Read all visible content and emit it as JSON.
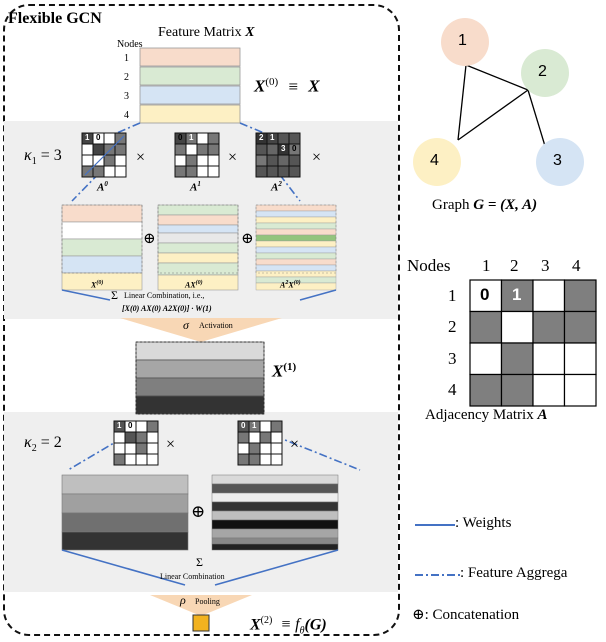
{
  "title": "Flexible GCN",
  "feature_matrix": {
    "label_prefix": "Feature Matrix ",
    "symbol": "X",
    "axis_label": "Nodes",
    "node_ids": [
      "1",
      "2",
      "3",
      "4"
    ]
  },
  "x0": {
    "lhs": "X",
    "sup": "(0)",
    "op": "≡",
    "rhs": "X"
  },
  "kappa1": {
    "k": "κ",
    "sub": "1",
    "eq": "= 3"
  },
  "kappa2": {
    "k": "κ",
    "sub": "2",
    "eq": "= 2"
  },
  "times": "×",
  "adj_powers": [
    {
      "base": "A",
      "exp": "0"
    },
    {
      "base": "A",
      "exp": "1"
    },
    {
      "base": "A",
      "exp": "2"
    }
  ],
  "mini_numbers": {
    "a0": [
      "1",
      "0"
    ],
    "a1": [
      "0",
      "1"
    ],
    "a2": [
      "2",
      "1",
      "3",
      "0"
    ],
    "k2_left": [
      "1",
      "0"
    ],
    "k2_right": [
      "0",
      "1"
    ]
  },
  "block_labels": [
    {
      "pre": "X",
      "sup": "(0)"
    },
    {
      "pre": "AX",
      "sup": "(0)"
    },
    {
      "pre": "A",
      "sup2": "2",
      "mid": "X",
      "sup": "(0)"
    }
  ],
  "oplus": "⊕",
  "sigma_sum": "Σ",
  "linear_combination_1": "Linear Combination, i.e.,",
  "linear_combination_formula": "[X(0)   AX(0)   A2X(0)] · W(1)",
  "activation": {
    "symbol": "σ",
    "label": "Activation"
  },
  "x1": {
    "sym": "X",
    "sup": "(1)"
  },
  "linear_combination_2": "Linear Combination",
  "pooling": {
    "symbol": "ρ",
    "label": "Pooling"
  },
  "x2": {
    "sym": "X",
    "sup": "(2)",
    "eq": "≡ f",
    "sub": "θ",
    "arg": "(G)"
  },
  "graph": {
    "nodes": [
      {
        "id": "1",
        "color": "#f8dccb"
      },
      {
        "id": "2",
        "color": "#d9ead3"
      },
      {
        "id": "3",
        "color": "#d5e4f4"
      },
      {
        "id": "4",
        "color": "#fdf0c4"
      }
    ],
    "caption_prefix": "Graph ",
    "caption_formula": "G = (X, A)"
  },
  "adjacency": {
    "header": "Nodes",
    "col_ids": [
      "1",
      "2",
      "3",
      "4"
    ],
    "row_ids": [
      "1",
      "2",
      "3",
      "4"
    ],
    "cells": [
      [
        "0",
        "1",
        "",
        ""
      ],
      [
        "",
        "",
        "",
        ""
      ],
      [
        "",
        "",
        "",
        ""
      ],
      [
        "",
        "",
        "",
        ""
      ]
    ],
    "fills": [
      [
        "white",
        "gray",
        "white",
        "gray"
      ],
      [
        "gray",
        "white",
        "gray",
        "gray"
      ],
      [
        "white",
        "gray",
        "white",
        "white"
      ],
      [
        "gray",
        "gray",
        "white",
        "white"
      ]
    ],
    "caption_prefix": "Adjacency Matrix ",
    "caption_symbol": "A"
  },
  "legend": {
    "weights": ": Weights",
    "feature_aggregation": ": Feature Aggrega",
    "concatenation": ": Concatenation"
  },
  "colors": {
    "weights_line": "#4472c4",
    "panel_gray": "#efefef",
    "pooled_output": "#f2b21f",
    "arrow": "#f8d7b5",
    "cell_gray": "#7f7f7f"
  }
}
